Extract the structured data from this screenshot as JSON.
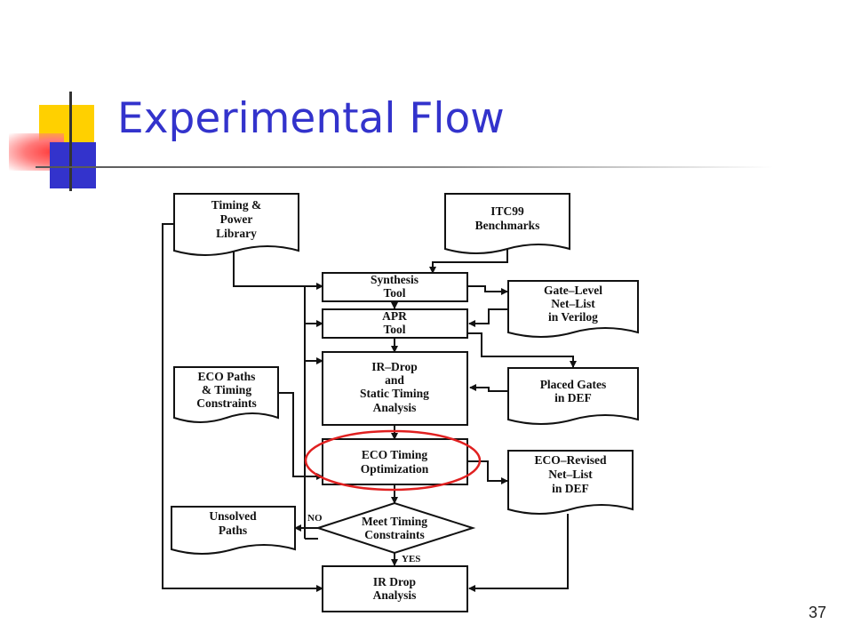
{
  "slide": {
    "title": "Experimental Flow",
    "page_number": "37"
  },
  "diagram": {
    "nodes": {
      "timing_power_library": [
        "Timing &",
        "Power",
        "Library"
      ],
      "itc99_benchmarks": [
        "ITC99",
        "Benchmarks"
      ],
      "synthesis_tool": [
        "Synthesis",
        "Tool"
      ],
      "gate_level_netlist": [
        "Gate–Level",
        "Net–List",
        "in Verilog"
      ],
      "apr_tool": [
        "APR",
        "Tool"
      ],
      "ir_drop_sta": [
        "IR–Drop",
        "and",
        "Static Timing",
        "Analysis"
      ],
      "placed_gates_def": [
        "Placed Gates",
        "in DEF"
      ],
      "eco_paths_constraints": [
        "ECO Paths",
        "& Timing",
        "Constraints"
      ],
      "eco_timing_optimization": [
        "ECO Timing",
        "Optimization"
      ],
      "eco_revised_netlist": [
        "ECO–Revised",
        "Net–List",
        "in DEF"
      ],
      "unsolved_paths": [
        "Unsolved",
        "Paths"
      ],
      "meet_timing_constraints": [
        "Meet Timing",
        "Constraints"
      ],
      "ir_drop_analysis": [
        "IR Drop",
        "Analysis"
      ]
    },
    "edge_labels": {
      "no": "NO",
      "yes": "YES"
    },
    "highlight_color": "#e02020",
    "title_color": "#3333cc"
  }
}
